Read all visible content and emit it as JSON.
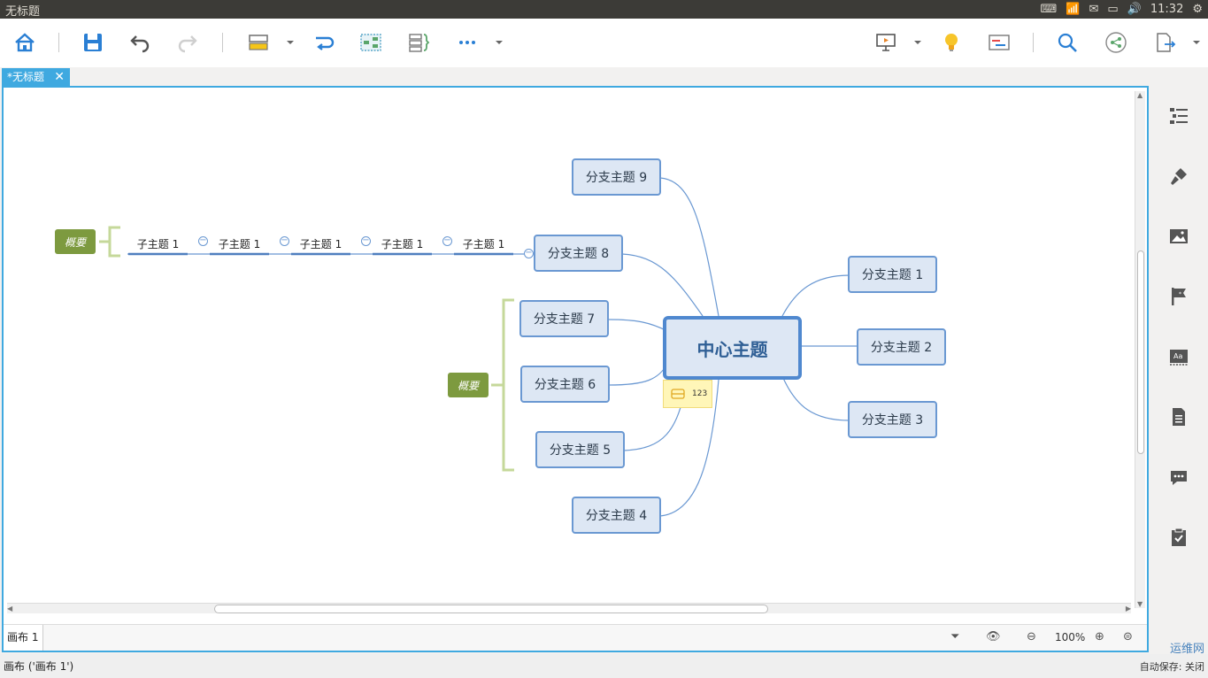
{
  "window": {
    "title": "无标题"
  },
  "system_tray": {
    "clock": "11:32"
  },
  "tab": {
    "label": "*无标题",
    "close_glyph": "✕"
  },
  "map": {
    "central": "中心主题",
    "branches": [
      "分支主题 9",
      "分支主题 8",
      "分支主题 7",
      "分支主题 6",
      "分支主题 5",
      "分支主题 4",
      "分支主题 1",
      "分支主题 2",
      "分支主题 3"
    ],
    "subtopics": [
      "子主题 1",
      "子主题 1",
      "子主题 1",
      "子主题 1",
      "子主题 1"
    ],
    "summaries": [
      "概要",
      "概要"
    ],
    "note": {
      "text": "123"
    },
    "colors": {
      "accent": "#3fa9e0",
      "node_border": "#6a98d2",
      "node_fill": "#dde7f4",
      "summary_fill": "#7d9a3f",
      "summary_bracket": "#c5d89a",
      "line": "#6a98d2"
    }
  },
  "canvas_bar": {
    "sheet_tab": "画布 1",
    "zoom": "100%"
  },
  "status_bar": {
    "left": "画布 ('画布 1')",
    "right": "自动保存: 关闭"
  },
  "watermark": "运维网"
}
